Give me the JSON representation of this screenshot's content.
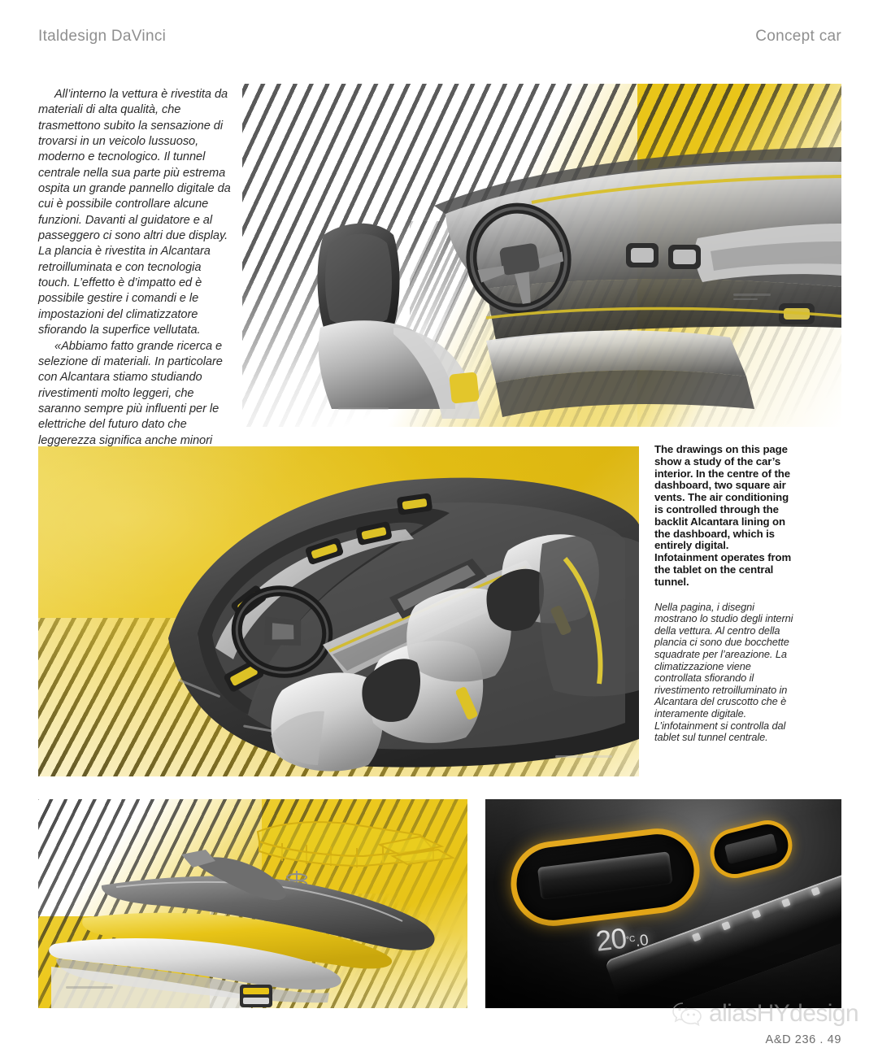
{
  "header": {
    "left_title": "Italdesign DaVinci",
    "right_title": "Concept car"
  },
  "article": {
    "paragraphs": [
      "All’interno la vettura è rivestita da materiali di alta qualità, che trasmettono subito la sensazione di trovarsi in un veicolo lussuoso, moderno e tecnologico. Il tunnel centrale nella sua parte più estrema ospita un grande pannello digitale da cui è possibile controllare alcune funzioni. Davanti al guidatore e al passeggero ci sono altri due display. La plancia è rivestita in Alcantara retroilluminata e con tecnologia touch. L’effetto è d’impatto ed è possibile gestire i comandi e le impostazioni del climatizzatore sfiorando la superfice vellutata.",
      "«Abbiamo fatto grande ricerca e selezione di materiali. In particolare con Alcantara stiamo studiando rivestimenti molto leggeri, che saranno sempre più influenti per le elettriche del futuro dato che leggerezza significa anche minori consumi». La stessa applicazione si rinviene nella parte posteriore del tunnel centrale, dove sono"
    ]
  },
  "caption": {
    "english": "The drawings on this page show a study of the car’s interior. In the centre of the dashboard, two square air vents. The air conditioning is controlled through the backlit Alcantara lining on the dashboard, which is entirely digital. Infotainment operates from the tablet on the central tunnel.",
    "italian": "Nella pagina, i disegni mostrano lo studio degli interni della vettura. Al centro della plancia ci sono due bocchette squadrate per l’areazione. La climatizzazione viene controllata sfiorando il rivestimento retroilluminato in Alcantara del cruscotto che è interamente digitale. L’infotainment si controlla dal tablet sul tunnel centrale."
  },
  "figures": {
    "top": {
      "name": "Interior perspective sketch with dashboard and steering wheel",
      "alt": "Grayscale rendering of car cockpit over yellow and striped background"
    },
    "middle": {
      "name": "Top-down interior study of cabin with four seats",
      "alt": "Overhead view of the DaVinci concept interior on yellow background"
    },
    "bottom_left": {
      "name": "Exploded view of central tunnel components",
      "alt": "Layered yellow and grey tunnel parts study"
    },
    "bottom_right": {
      "name": "Dashboard air vent and climate display photograph",
      "alt": "Close-up photo of orange-rimmed air vents and backlit temperature readout"
    }
  },
  "display": {
    "temperature_value": "20",
    "temperature_decimal": ".0",
    "temperature_unit": "°C"
  },
  "footer": {
    "watermark_text": "aliasHYdesign",
    "watermark_icon": "wechat-icon",
    "page_number": "A&D 236 . 49"
  },
  "colors": {
    "yellow": "#e9c519",
    "yellow_light": "#efd755",
    "accent_orange": "#e2a517",
    "header_grey": "#8f8f8f",
    "photo_dark": "#0a0a0a"
  }
}
